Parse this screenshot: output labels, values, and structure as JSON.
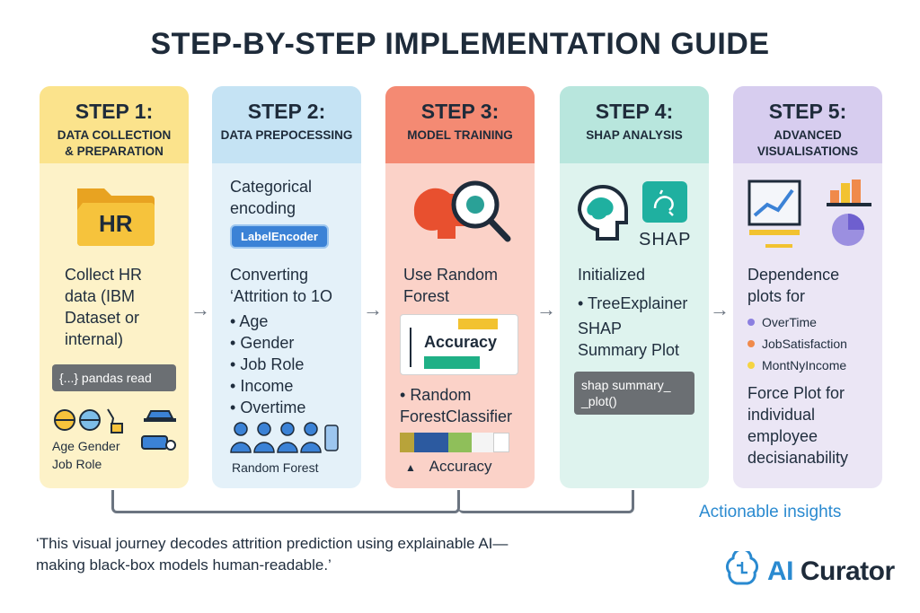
{
  "title": "STEP-BY-STEP IMPLEMENTATION GUIDE",
  "steps": [
    {
      "number": "STEP 1:",
      "name_lines": [
        "DATA COLLECTION",
        "& PREPARATION"
      ],
      "folder_label": "HR",
      "desc_lines": [
        "Collect HR",
        "data (IBM",
        "Dataset or",
        "internal)"
      ],
      "code_label": "{...} pandas read",
      "icons_label_1": "Age  Gender",
      "icons_label_2": "Job Role"
    },
    {
      "number": "STEP 2:",
      "name_lines": [
        "DATA PREPOCESSING"
      ],
      "desc_lines": [
        "Categorical",
        "encoding"
      ],
      "encoder_label": "LabelEncoder",
      "convert_lines": [
        "Converting",
        "‘Attrition to 1O"
      ],
      "features": [
        "Age",
        "Gender",
        "Job Role",
        "Income",
        "Overtime"
      ],
      "footer": "Random Forest"
    },
    {
      "number": "STEP 3:",
      "name_lines": [
        "MODEL TRAINING"
      ],
      "desc_lines": [
        "Use Random",
        "Forest"
      ],
      "accuracy_label": "Accuracy",
      "classifier_lines": [
        "Random",
        "ForestClassifier"
      ],
      "footer": "Accuracy"
    },
    {
      "number": "STEP 4:",
      "name_lines": [
        "SHAP ANALYSIS"
      ],
      "shap_label": "SHAP",
      "desc_lines": [
        "Initialized"
      ],
      "explainer": "TreeExplainer",
      "summary_lines": [
        "SHAP",
        "Summary Plot"
      ],
      "code_lines": [
        "shap summary_",
        "_plot()"
      ]
    },
    {
      "number": "STEP 5:",
      "name_lines": [
        "ADVANCED",
        "VISUALISATIONS"
      ],
      "desc_lines": [
        "Dependence",
        "plots for"
      ],
      "legend": [
        {
          "label": "OverTime",
          "color": "#8b7fe0"
        },
        {
          "label": "JobSatisfaction",
          "color": "#f08a4b"
        },
        {
          "label": "MontNyIncome",
          "color": "#f5d442"
        }
      ],
      "force_lines": [
        "Force Plot for",
        "individual",
        "employee",
        "decisianability"
      ]
    }
  ],
  "insights": "Actionable insights",
  "caption_lines": [
    "‘This visual journey decodes attrition prediction using explainable AI—",
    "making black-box models human-readable.’"
  ],
  "brand": {
    "prefix": "AI",
    "suffix": " Curator"
  },
  "colors": {
    "step1": "#fbe38c",
    "step2": "#c5e3f4",
    "step3": "#f48a73",
    "step4": "#b8e6dd",
    "step5": "#d7cdef",
    "accent": "#2a8ad0"
  }
}
